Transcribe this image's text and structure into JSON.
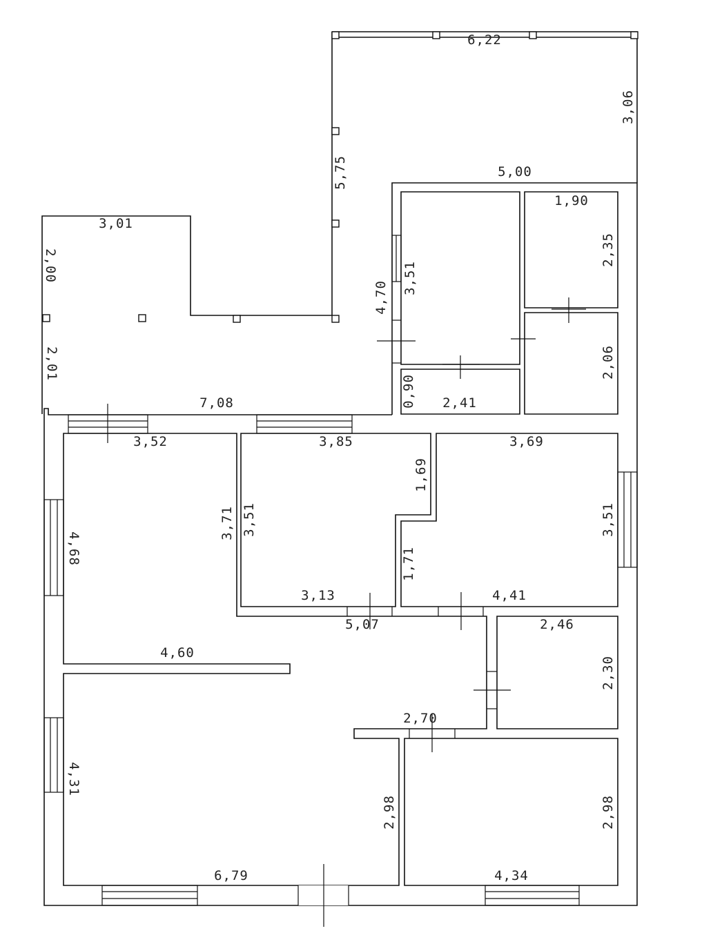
{
  "dimensions": [
    "6,22",
    "3,06",
    "5,75",
    "5,00",
    "3,01",
    "2,00",
    "1,90",
    "2,35",
    "4,70",
    "3,51",
    "2,01",
    "2,06",
    "0,90",
    "2,41",
    "7,08",
    "3,52",
    "3,85",
    "3,69",
    "1,69",
    "4,68",
    "3,71",
    "3,51",
    "3,51",
    "1,71",
    "3,13",
    "4,41",
    "5,07",
    "2,46",
    "4,60",
    "2,30",
    "2,70",
    "4,31",
    "2,98",
    "2,98",
    "6,79",
    "4,34"
  ]
}
